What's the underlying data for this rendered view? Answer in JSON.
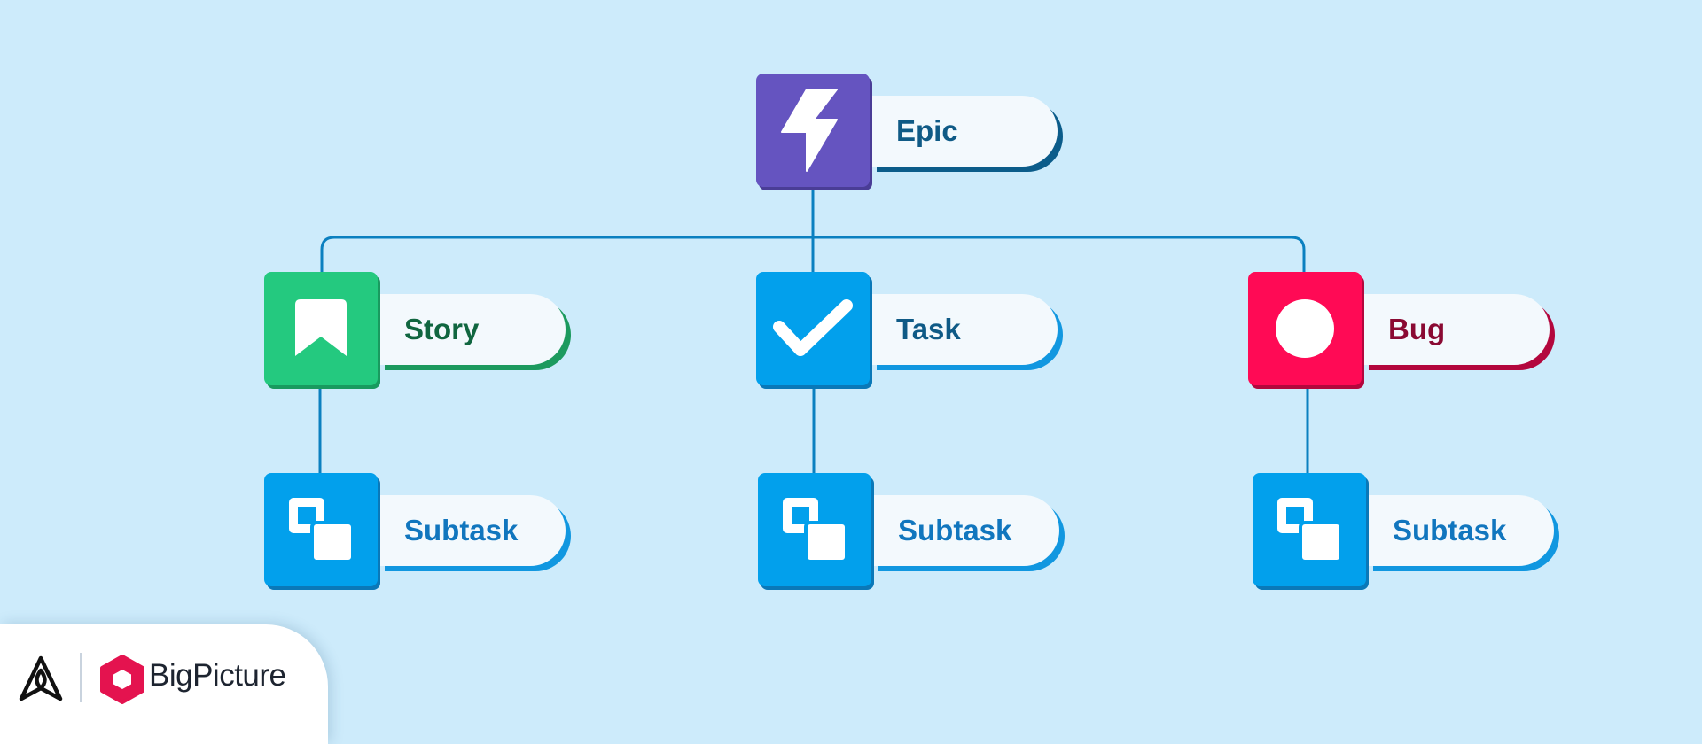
{
  "diagram": {
    "colors": {
      "background": "#cdebfb",
      "connector": "#0b80c0",
      "epic": "#6554c0",
      "story": "#24c97f",
      "task": "#02a0ec",
      "bug": "#ff0a55",
      "subtask": "#02a0ec"
    },
    "nodes": {
      "epic": {
        "label": "Epic",
        "icon": "lightning-bolt-icon"
      },
      "story": {
        "label": "Story",
        "icon": "bookmark-icon"
      },
      "task": {
        "label": "Task",
        "icon": "checkmark-icon"
      },
      "bug": {
        "label": "Bug",
        "icon": "circle-icon"
      },
      "subtask_story": {
        "label": "Subtask",
        "icon": "subtask-squares-icon"
      },
      "subtask_task": {
        "label": "Subtask",
        "icon": "subtask-squares-icon"
      },
      "subtask_bug": {
        "label": "Subtask",
        "icon": "subtask-squares-icon"
      }
    },
    "edges": [
      {
        "from": "Epic",
        "to": "Story"
      },
      {
        "from": "Epic",
        "to": "Task"
      },
      {
        "from": "Epic",
        "to": "Bug"
      },
      {
        "from": "Story",
        "to": "Subtask"
      },
      {
        "from": "Task",
        "to": "Subtask"
      },
      {
        "from": "Bug",
        "to": "Subtask"
      }
    ]
  },
  "footer": {
    "brand_name": "BigPicture",
    "logos": [
      "appfire-logo",
      "bigpicture-logo"
    ],
    "brand_color": "#e4134f"
  }
}
